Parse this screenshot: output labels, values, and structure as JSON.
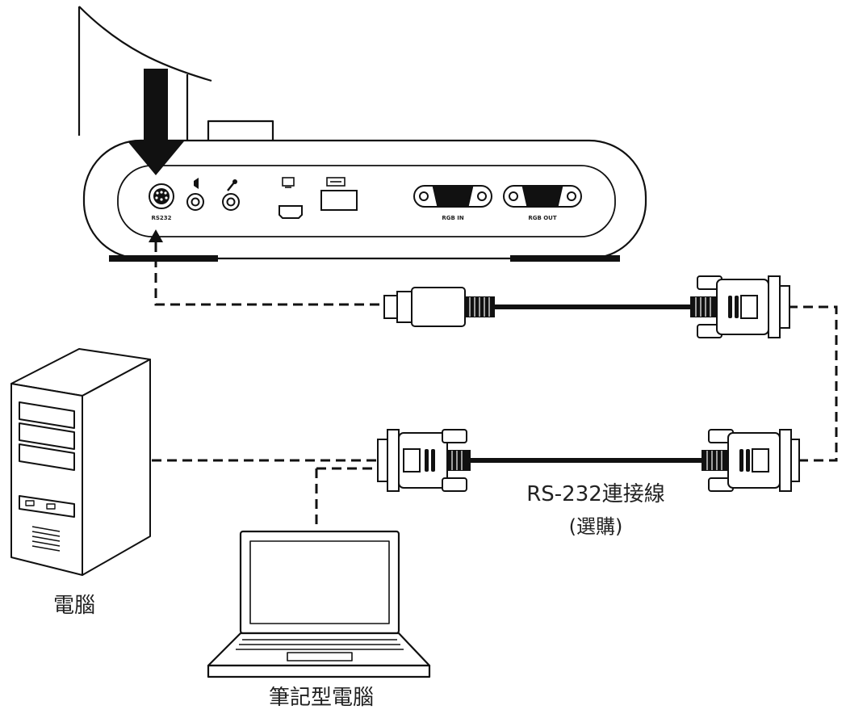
{
  "device_ports": {
    "rs232": "RS232",
    "rgb_in": "RGB IN",
    "rgb_out": "RGB OUT"
  },
  "labels": {
    "cable_line1": "RS-232連接線",
    "cable_line2": "(選購)",
    "computer": "電腦",
    "laptop": "筆記型電腦"
  },
  "icons": [
    "down-arrow-icon",
    "up-arrow-icon",
    "audio-out-icon",
    "mic-in-icon",
    "usb-icon",
    "sd-card-icon"
  ]
}
